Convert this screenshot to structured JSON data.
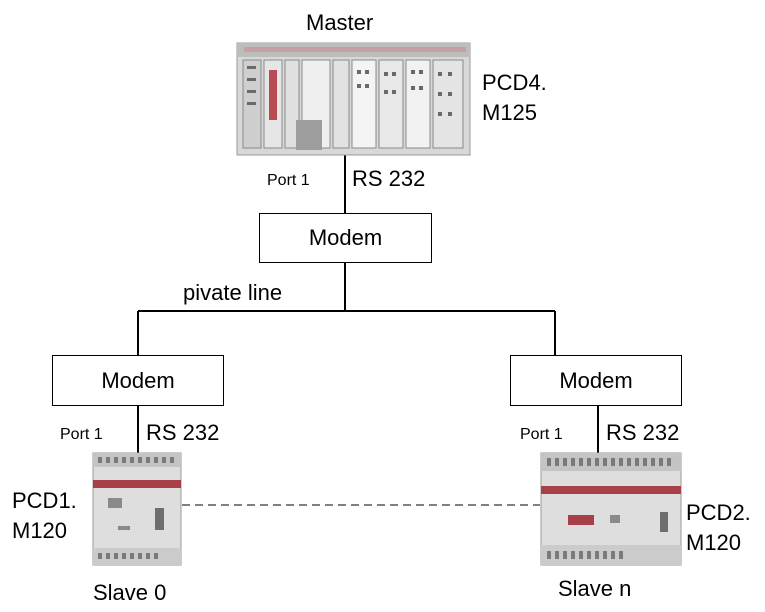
{
  "master": {
    "title": "Master",
    "model_line1": "PCD4.",
    "model_line2": "M125",
    "port": "Port 1",
    "interface": "RS 232"
  },
  "modem_label": "Modem",
  "line_label": "pivate line",
  "slave_left": {
    "title": "Slave 0",
    "model_line1": "PCD1.",
    "model_line2": "M120",
    "port": "Port 1",
    "interface": "RS 232"
  },
  "slave_right": {
    "title": "Slave n",
    "model_line1": "PCD2.",
    "model_line2": "M120",
    "port": "Port 1",
    "interface": "RS 232"
  },
  "colors": {
    "line": "#000000",
    "device_body": "#dcdcdc",
    "device_accent": "#a8404a",
    "device_dark": "#7a7a7a"
  }
}
